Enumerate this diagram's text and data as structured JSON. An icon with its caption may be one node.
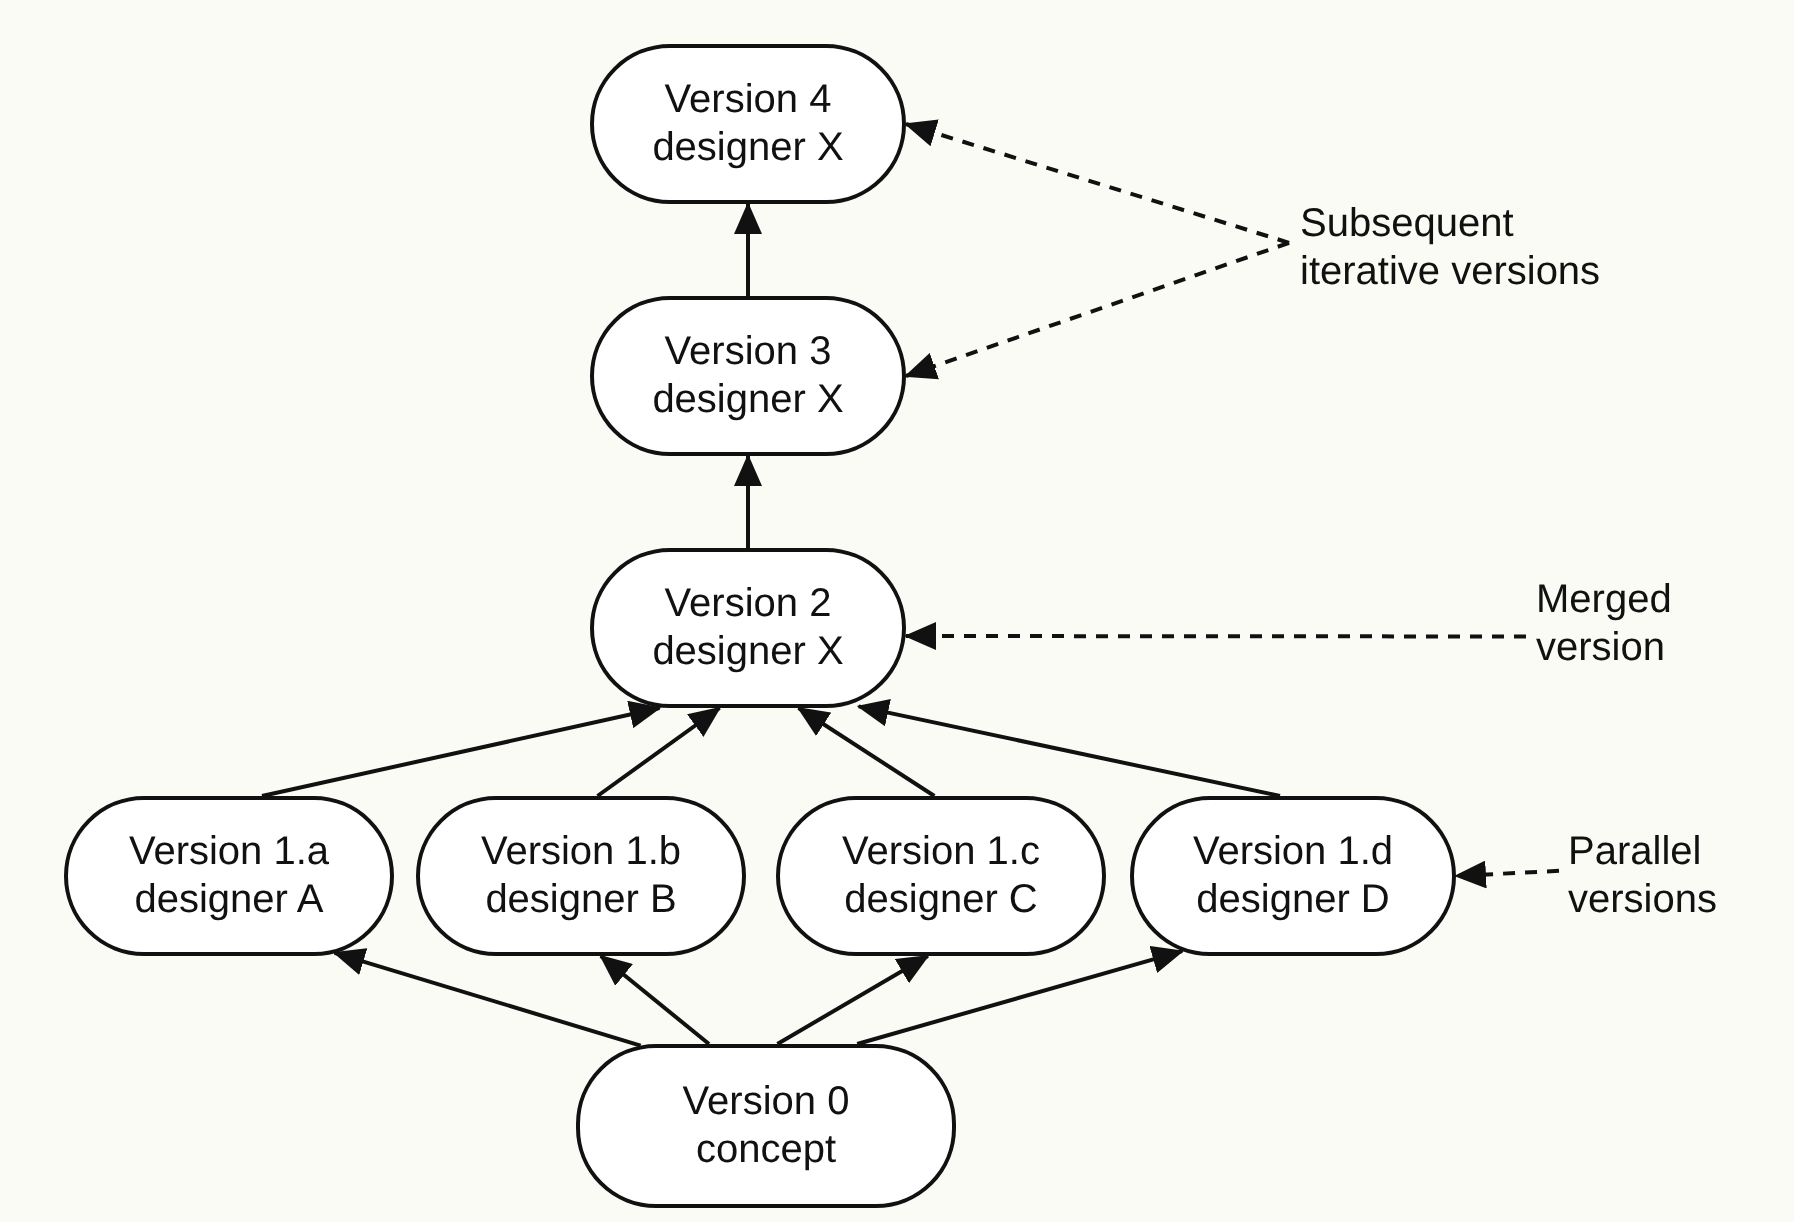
{
  "diagram": {
    "nodes": [
      {
        "text": [
          "Version 4 designer X"
        ]
      },
      {
        "text": [
          "Version 3 designer X"
        ]
      },
      {
        "text": [
          "Version 2 designer X"
        ]
      },
      {
        "text": [
          "Version 1.a designer A"
        ]
      },
      {
        "text": [
          "Version 1.b designer B"
        ]
      },
      {
        "text": [
          "Version 1.c designer C"
        ]
      },
      {
        "text": [
          "Version 1.d designer D"
        ]
      },
      {
        "text": [
          "Version 0 concept"
        ]
      },
      {
        "text": [
          "Subsequent iterative versions"
        ]
      },
      {
        "text": [
          "Merged version"
        ]
      },
      {
        "text": [
          "Parallel versions"
        ]
      }
    ],
    "edges": [
      {
        "from": 1,
        "to": 0,
        "arrow": "to"
      },
      {
        "from": 2,
        "to": 1,
        "arrow": "to"
      },
      {
        "from": 3,
        "to": 2,
        "arrow": "to"
      },
      {
        "from": 4,
        "to": 2,
        "arrow": "to"
      },
      {
        "from": 5,
        "to": 2,
        "arrow": "to"
      },
      {
        "from": 6,
        "to": 2,
        "arrow": "to"
      },
      {
        "from": 7,
        "to": 3,
        "arrow": "to"
      },
      {
        "from": 7,
        "to": 4,
        "arrow": "to"
      },
      {
        "from": 7,
        "to": 5,
        "arrow": "to"
      },
      {
        "from": 7,
        "to": 6,
        "arrow": "to"
      },
      {
        "from": 8,
        "to": 0,
        "arrow": "to",
        "style": "dashed"
      },
      {
        "from": 8,
        "to": 1,
        "arrow": "to",
        "style": "dashed"
      },
      {
        "from": 9,
        "to": 2,
        "arrow": "to",
        "style": "dashed"
      },
      {
        "from": 10,
        "to": 6,
        "arrow": "to",
        "style": "dashed"
      }
    ]
  }
}
